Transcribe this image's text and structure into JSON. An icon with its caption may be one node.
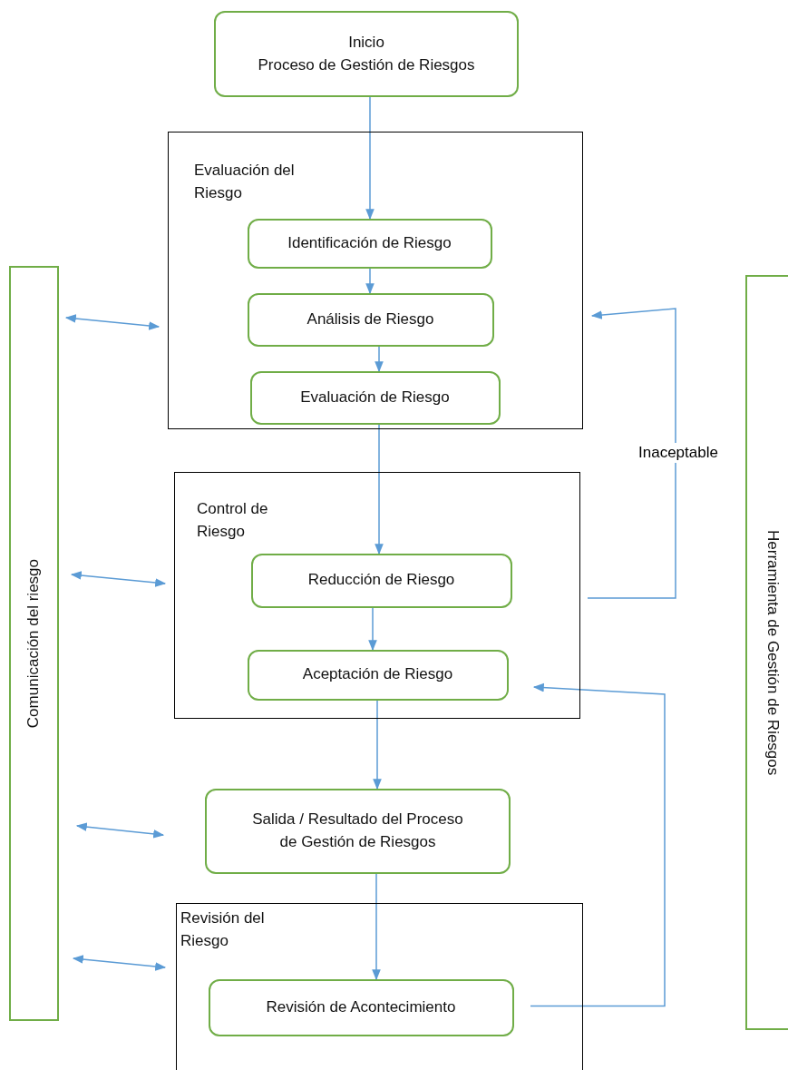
{
  "diagram": {
    "nodes": [
      {
        "text": [
          "Inicio",
          "Proceso de Gestión de Riesgos"
        ]
      },
      {
        "text": [
          "Evaluación del Riesgo"
        ]
      },
      {
        "text": [
          "Identificación de Riesgo"
        ],
        "in": 1
      },
      {
        "text": [
          "Análisis de Riesgo"
        ],
        "in": 1
      },
      {
        "text": [
          "Evaluación de Riesgo"
        ],
        "in": 1
      },
      {
        "text": [
          "Control de Riesgo"
        ]
      },
      {
        "text": [
          "Reducción de Riesgo"
        ],
        "in": 5
      },
      {
        "text": [
          "Aceptación de Riesgo"
        ],
        "in": 5
      },
      {
        "text": [
          "Salida / Resultado del Proceso de Gestión de Riesgos"
        ]
      },
      {
        "text": [
          "Revisión del Riesgo"
        ]
      },
      {
        "text": [
          "Revisión de Acontecimiento"
        ],
        "in": 9
      },
      {
        "text": [
          "Comunicación del riesgo"
        ]
      },
      {
        "text": [
          "Herramienta de Gestión de Riesgos"
        ]
      }
    ],
    "edges": [
      {
        "from": 0,
        "to": 2,
        "arrow": "to"
      },
      {
        "from": 2,
        "to": 3,
        "arrow": "to"
      },
      {
        "from": 3,
        "to": 4,
        "arrow": "to"
      },
      {
        "from": 4,
        "to": 6,
        "arrow": "to"
      },
      {
        "from": 6,
        "to": 7,
        "arrow": "to"
      },
      {
        "from": 7,
        "to": 8,
        "arrow": "to"
      },
      {
        "from": 8,
        "to": 10,
        "arrow": "to"
      },
      {
        "from": 11,
        "to": 1,
        "arrow": "both"
      },
      {
        "from": 11,
        "to": 5,
        "arrow": "both"
      },
      {
        "from": 11,
        "to": 8,
        "arrow": "both"
      },
      {
        "from": 11,
        "to": 9,
        "arrow": "both"
      },
      {
        "from": 5,
        "to": 1,
        "arrow": "to",
        "label": "Inaceptable"
      },
      {
        "from": 10,
        "to": 7,
        "arrow": "to"
      }
    ]
  }
}
